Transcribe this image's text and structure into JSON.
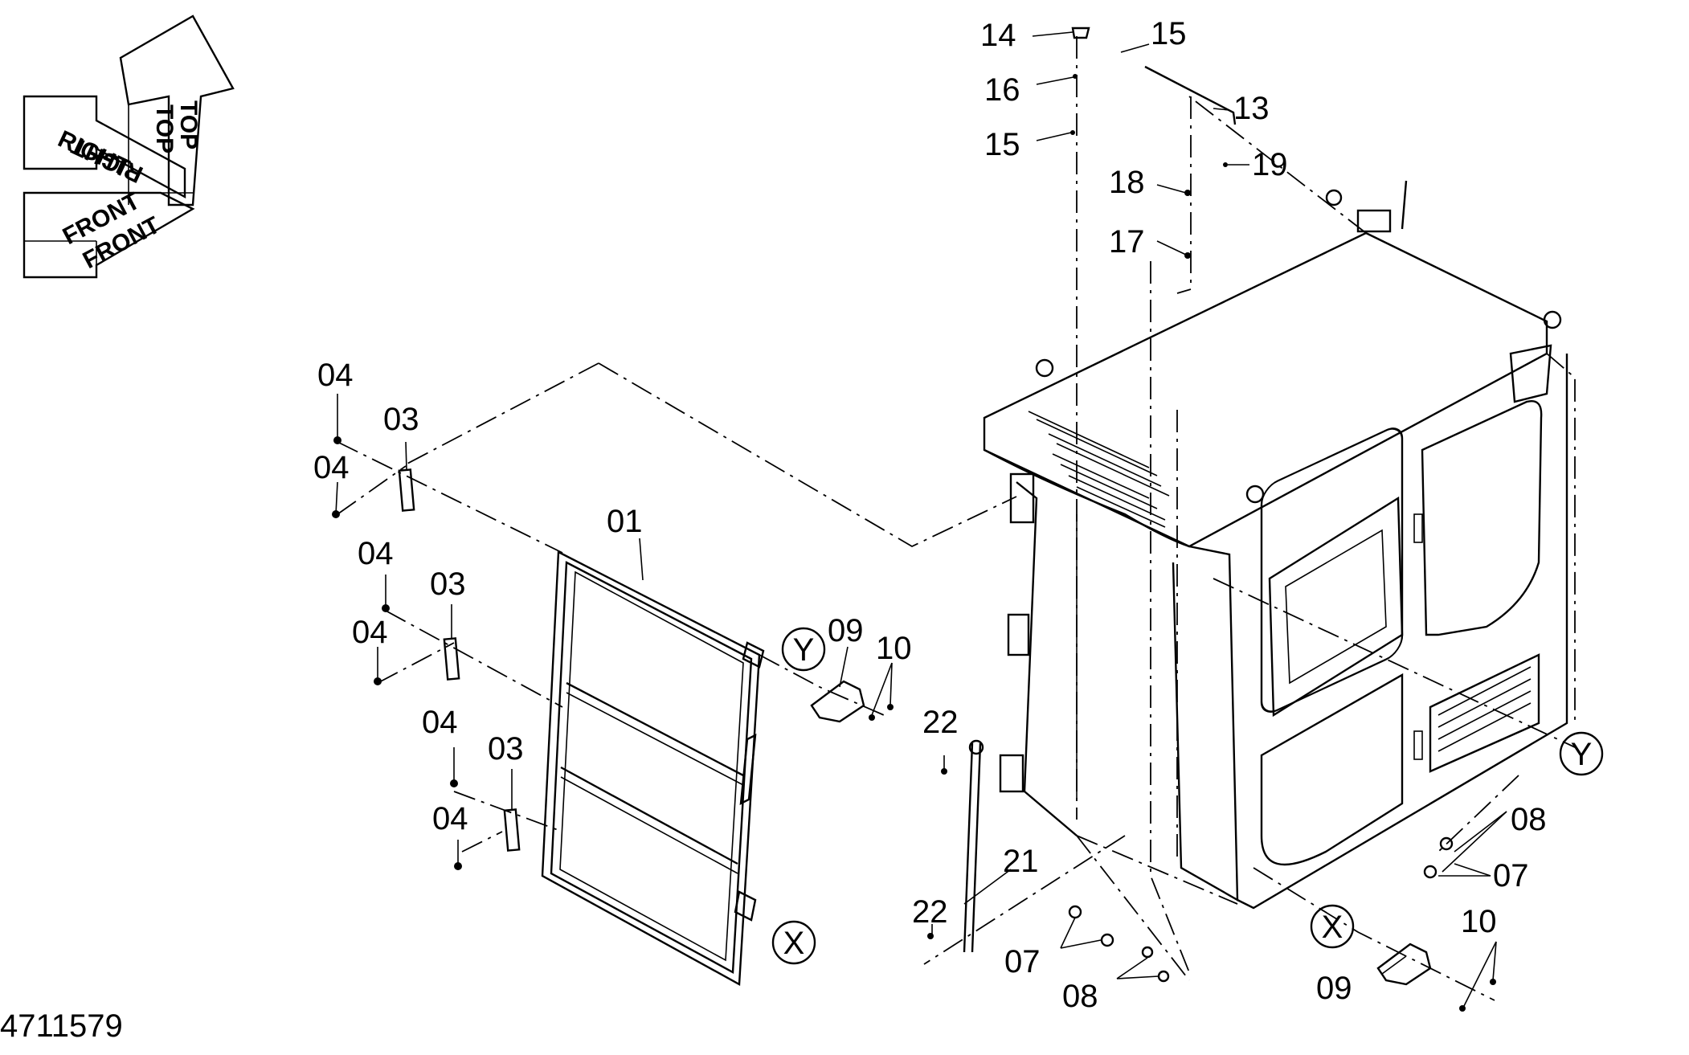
{
  "drawing_number": "4711579",
  "orientation": {
    "top": "TOP",
    "right": "RIGHT",
    "front": "FRONT"
  },
  "callouts": {
    "p01": "01",
    "p03": "03",
    "p04": "04",
    "p07": "07",
    "p08": "08",
    "p09": "09",
    "p10": "10",
    "p13": "13",
    "p14": "14",
    "p15": "15",
    "p16": "16",
    "p17": "17",
    "p18": "18",
    "p19": "19",
    "p21": "21",
    "p22": "22"
  },
  "detail_refs": {
    "x": "X",
    "y": "Y"
  }
}
